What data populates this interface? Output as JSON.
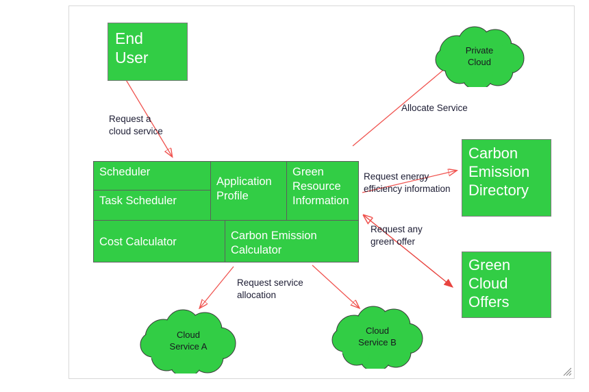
{
  "canvas": {
    "background_color": "#ffffff",
    "border_color": "#d8d8d8"
  },
  "palette": {
    "node_green": "#32cd45",
    "node_border": "#7b7b7b",
    "node_text_light": "#ffffff",
    "cloud_text_dark": "#17171f",
    "arrow_red": "#f0534f",
    "label_text": "#1c1c33"
  },
  "nodes": {
    "end_user": {
      "label": "End\nUser"
    },
    "carbon_emission_directory": {
      "label": "Carbon\nEmission\nDirectory"
    },
    "green_cloud_offers": {
      "label": "Green\nCloud\nOffers"
    }
  },
  "component_matrix": {
    "cells": [
      {
        "id": "scheduler",
        "label": "Scheduler"
      },
      {
        "id": "task-scheduler",
        "label": "Task Scheduler"
      },
      {
        "id": "application-profile",
        "label": "Application\nProfile"
      },
      {
        "id": "green-resource-information",
        "label": "Green\nResource\nInformation"
      },
      {
        "id": "cost-calculator",
        "label": "Cost Calculator"
      },
      {
        "id": "carbon-emission-calculator",
        "label": "Carbon Emission\nCalculator"
      }
    ]
  },
  "clouds": [
    {
      "id": "private-cloud",
      "label": "Private\nCloud"
    },
    {
      "id": "cloud-service-a",
      "label": "Cloud\nService A"
    },
    {
      "id": "cloud-service-b",
      "label": "Cloud\nService B"
    }
  ],
  "edge_labels": {
    "request_cloud_service": "Request a\ncloud service",
    "allocate_service": "Allocate Service",
    "request_energy_efficiency": "Request energy\n efficiency information",
    "request_green_offer": "Request any\ngreen offer",
    "request_service_allocation": "Request service\nallocation"
  },
  "edges": [
    {
      "from": "end_user",
      "to": "component_matrix",
      "label": "Request a cloud service",
      "arrowhead": "end"
    },
    {
      "from": "component_matrix",
      "to": "private_cloud",
      "label": "Allocate Service",
      "arrowhead": "end"
    },
    {
      "from": "component_matrix",
      "to": "carbon_emission_directory",
      "label": "Request energy efficiency information",
      "arrowhead": "end"
    },
    {
      "from": "component_matrix",
      "to": "green_cloud_offers",
      "label": "Request any green offer",
      "arrowhead": "both"
    },
    {
      "from": "component_matrix",
      "to": "cloud_service_a",
      "label": "Request service allocation",
      "arrowhead": "end"
    },
    {
      "from": "component_matrix",
      "to": "cloud_service_b",
      "label": "",
      "arrowhead": "end"
    }
  ],
  "controls": {
    "resize_grip": "resize-grip"
  }
}
